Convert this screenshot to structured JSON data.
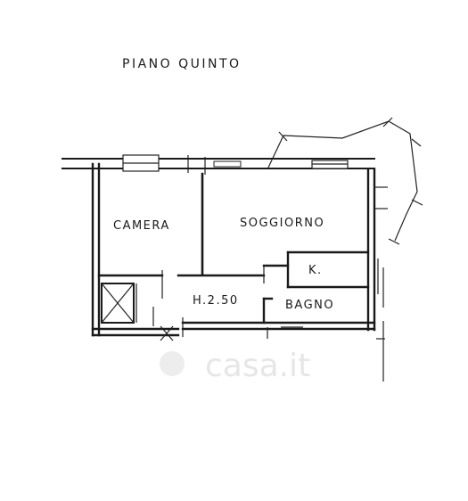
{
  "plan": {
    "title": "PIANO QUINTO",
    "rooms": {
      "camera": "CAMERA",
      "soggiorno": "SOGGIORNO",
      "kitchen": "K.",
      "bagno": "BAGNO"
    },
    "height_note": "H.2.50"
  },
  "watermark": {
    "text": "casa.it"
  }
}
